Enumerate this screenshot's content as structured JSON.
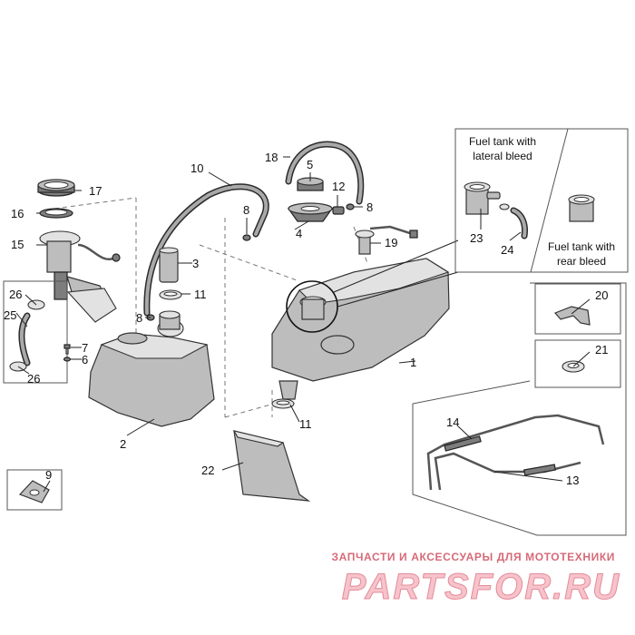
{
  "labels": {
    "p1": "1",
    "p2": "2",
    "p3": "3",
    "p4": "4",
    "p5": "5",
    "p6": "6",
    "p7": "7",
    "p8a": "8",
    "p8b": "8",
    "p8c": "8",
    "p9": "9",
    "p10": "10",
    "p11a": "11",
    "p11b": "11",
    "p12": "12",
    "p13": "13",
    "p14": "14",
    "p15": "15",
    "p16": "16",
    "p17": "17",
    "p18": "18",
    "p19": "19",
    "p20": "20",
    "p21": "21",
    "p22": "22",
    "p23": "23",
    "p24": "24",
    "p25": "25",
    "p26a": "26",
    "p26b": "26"
  },
  "callouts": {
    "lateral_line1": "Fuel tank with",
    "lateral_line2": "lateral bleed",
    "rear_line1": "Fuel tank with",
    "rear_line2": "rear bleed"
  },
  "watermark": {
    "tagline": "ЗАПЧАСТИ И АКСЕССУАРЫ ДЛЯ МОТОТЕХНИКИ",
    "logo": "PARTSFOR.RU"
  }
}
